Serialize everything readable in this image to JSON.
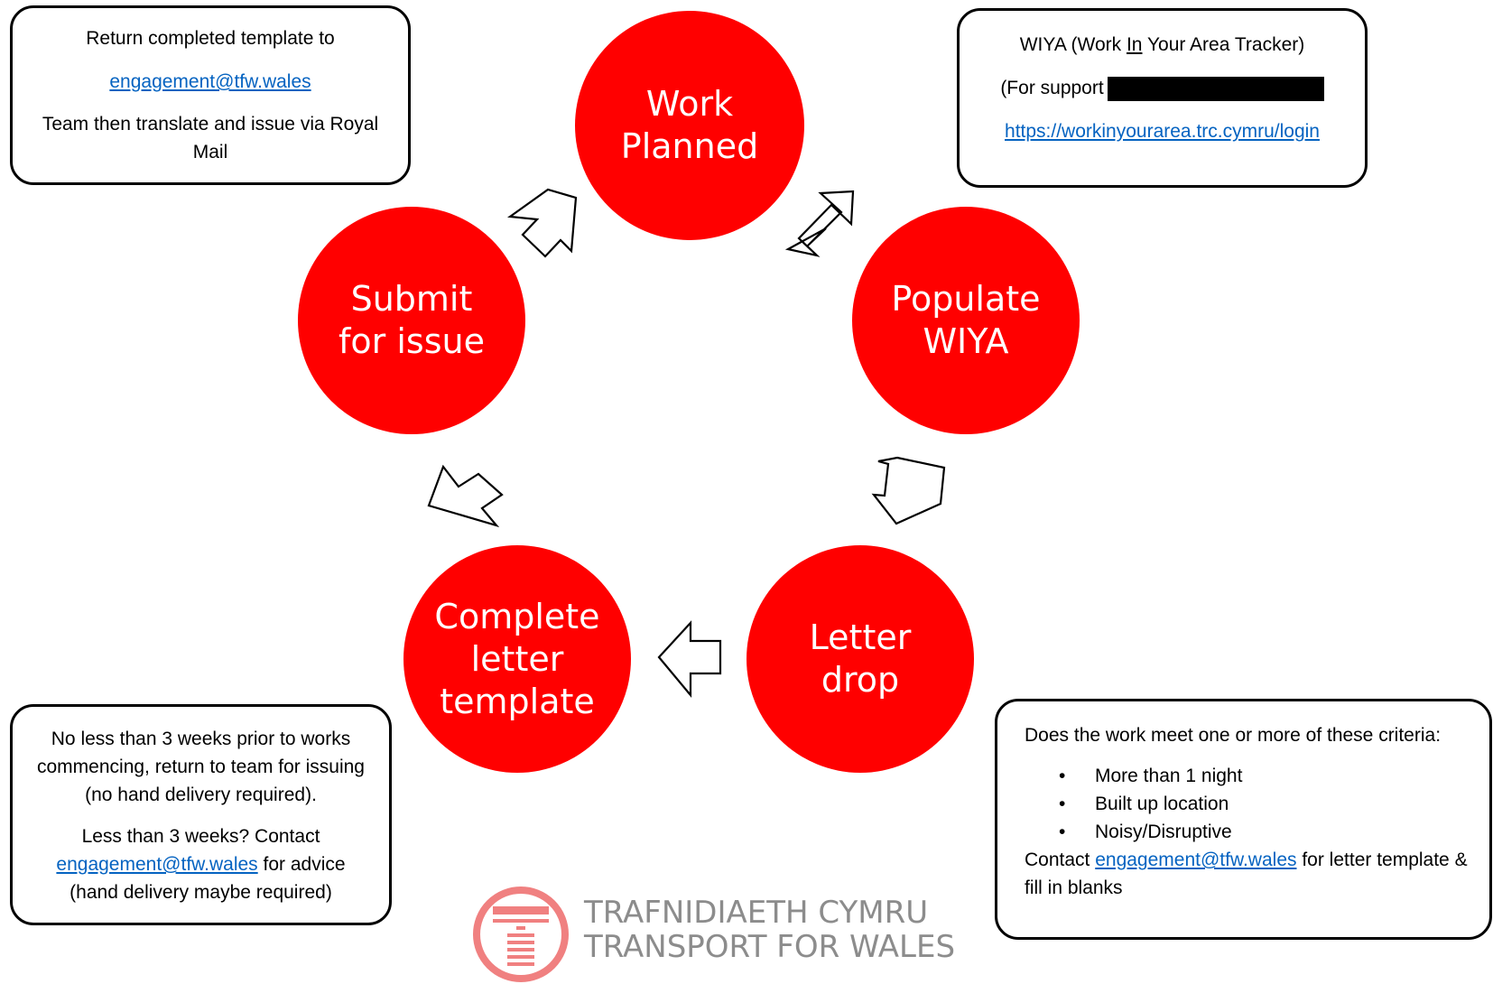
{
  "circles": {
    "work_planned": {
      "line1": "Work",
      "line2": "Planned"
    },
    "populate_wiya": {
      "line1": "Populate",
      "line2": "WIYA"
    },
    "letter_drop": {
      "line1": "Letter",
      "line2": "drop"
    },
    "complete_letter_template": {
      "line1": "Complete",
      "line2": "letter",
      "line3": "template"
    },
    "submit_for_issue": {
      "line1": "Submit",
      "line2": "for issue"
    }
  },
  "boxes": {
    "return_template": {
      "line1": "Return completed template to",
      "email": "engagement@tfw.wales",
      "line3": "Team then translate and issue via Royal Mail"
    },
    "wiya_tracker": {
      "title_before": "WIYA (Work ",
      "title_underlined": "In",
      "title_after": " Your Area Tracker)",
      "support_label": "(For support",
      "url": "https://workinyourarea.trc.cymru/login"
    },
    "timing": {
      "para1": "No less than 3 weeks prior to works commencing, return to team for issuing (no hand delivery required).",
      "para2_before": "Less than 3 weeks? Contact",
      "para2_email": "engagement@tfw.wales",
      "para2_after": " for advice (hand delivery maybe required)"
    },
    "criteria": {
      "question": "Does the work meet one or more of these criteria:",
      "items": [
        "More than 1 night",
        "Built up location",
        "Noisy/Disruptive"
      ],
      "contact_before": "Contact ",
      "contact_email": "engagement@tfw.wales",
      "contact_after": " for letter template & fill in blanks"
    }
  },
  "logo": {
    "line1": "TRAFNIDIAETH CYMRU",
    "line2": "TRANSPORT FOR WALES"
  },
  "colors": {
    "circle_fill": "#FF0000",
    "link": "#0563C1",
    "logo_mark": "#F08080",
    "logo_text": "#8C8C8C"
  }
}
